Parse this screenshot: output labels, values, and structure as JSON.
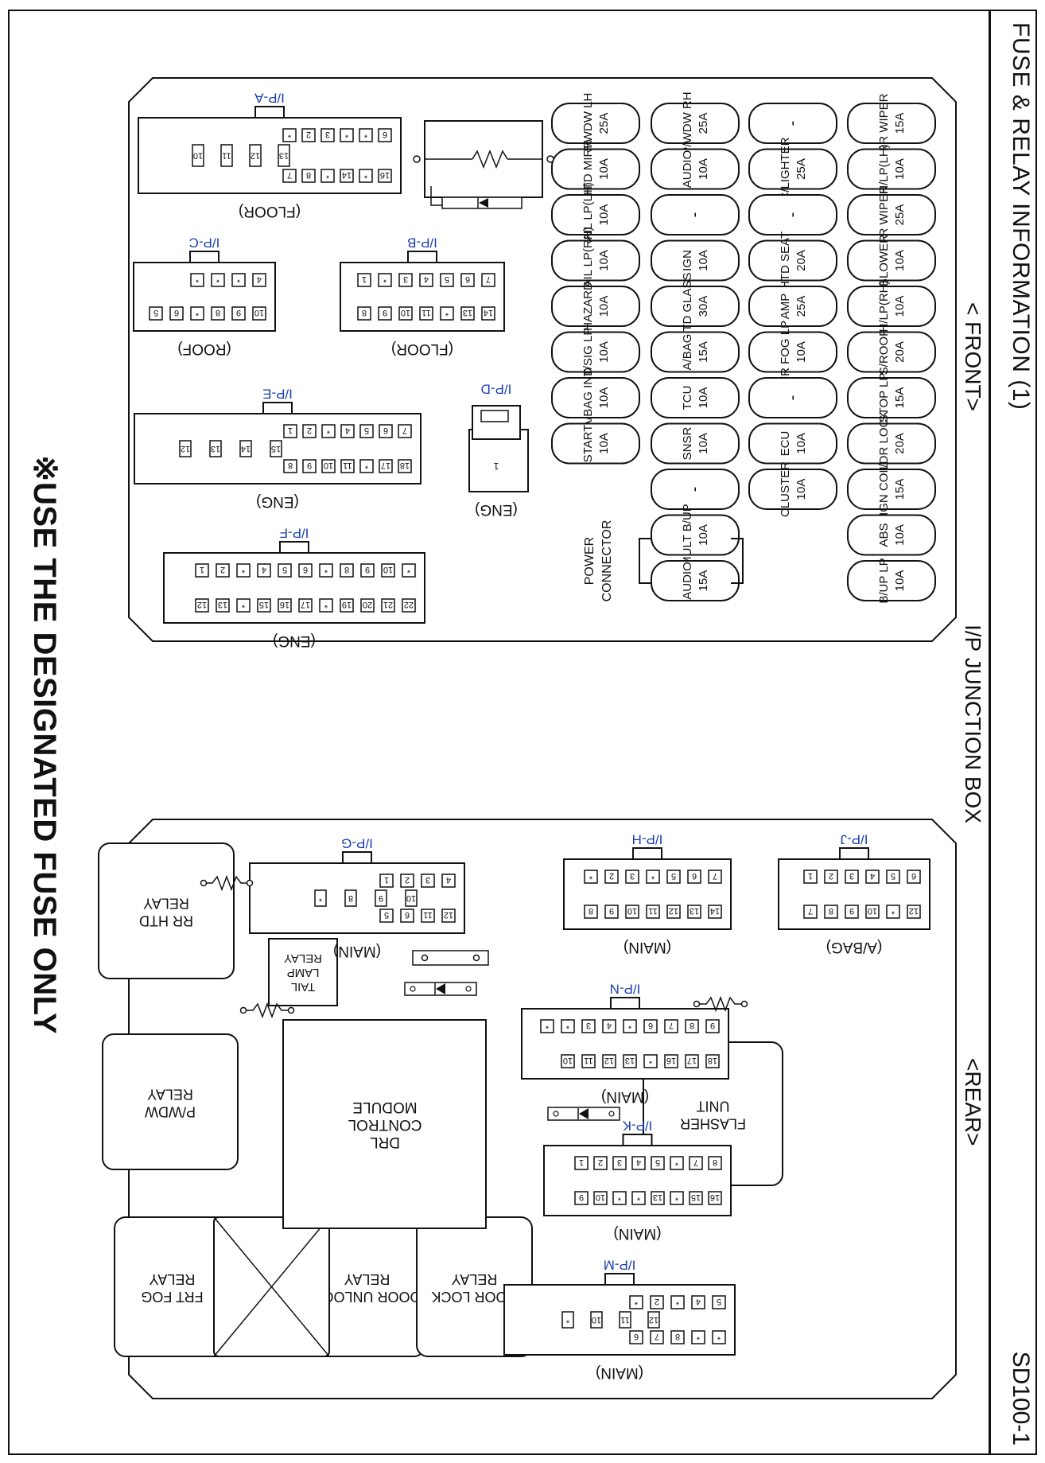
{
  "header": {
    "title": "FUSE & RELAY INFORMATION (1)",
    "code": "SD100-1"
  },
  "labels": {
    "front": "< FRONT>",
    "rear": "<REAR>",
    "center": "I/P JUNCTION BOX",
    "note": "※USE THE DESIGNATED FUSE ONLY",
    "power_connector": [
      "POWER",
      "CONNECTOR"
    ]
  },
  "fuses": [
    [
      "RR WIPER",
      "15A"
    ],
    [
      "H/LP(LH)",
      "10A"
    ],
    [
      "FR WIPER",
      "25A"
    ],
    [
      "BLOWER",
      "10A"
    ],
    [
      "H/LP(RH)",
      "10A"
    ],
    [
      "S/ROOF",
      "20A"
    ],
    [
      "STOP LP",
      "15A"
    ],
    [
      "C/DR LOCK",
      "20A"
    ],
    [
      "IGN COIL",
      "15A"
    ],
    [
      "ABS",
      "10A"
    ],
    [
      "B/UP LP",
      "10A"
    ],
    [
      "-",
      ""
    ],
    [
      "C/LIGHTER",
      "25A"
    ],
    [
      "-",
      ""
    ],
    [
      "HTD SEAT",
      "20A"
    ],
    [
      "AMP",
      "25A"
    ],
    [
      "FR FOG LP",
      "10A"
    ],
    [
      "-",
      ""
    ],
    [
      "ECU",
      "10A"
    ],
    [
      "CLUSTER",
      "10A"
    ],
    [
      "P/WDW RH",
      "25A"
    ],
    [
      "AUDIO",
      "10A"
    ],
    [
      "-",
      ""
    ],
    [
      "IGN",
      "10A"
    ],
    [
      "HTD GLASS",
      "30A"
    ],
    [
      "A/BAG",
      "15A"
    ],
    [
      "TCU",
      "10A"
    ],
    [
      "SNSR",
      "10A"
    ],
    [
      "-",
      ""
    ],
    [
      "MULT B/UP",
      "10A"
    ],
    [
      "AUDIO",
      "15A"
    ],
    [
      "P/WDW LH",
      "25A"
    ],
    [
      "HTD MIRR",
      "10A"
    ],
    [
      "TAIL LP(LH)",
      "10A"
    ],
    [
      "TAIL LP(RH)",
      "10A"
    ],
    [
      "HAZARD",
      "10A"
    ],
    [
      "T/SIG LP",
      "10A"
    ],
    [
      "A/BAG IND",
      "10A"
    ],
    [
      "START",
      "10A"
    ]
  ],
  "connectors": {
    "ipa": {
      "name": "I/P-A",
      "loc": "(FLOOR)"
    },
    "ipb": {
      "name": "I/P-B",
      "loc": "(FLOOR)"
    },
    "ipc": {
      "name": "I/P-C",
      "loc": "(ROOF)"
    },
    "ipd": {
      "name": "I/P-D",
      "loc": "(ENG)",
      "pin": "1"
    },
    "ipe": {
      "name": "I/P-E",
      "loc": "(ENG)"
    },
    "ipf": {
      "name": "I/P-F",
      "loc": "(ENG)"
    },
    "ipg": {
      "name": "I/P-G",
      "loc": "(MAIN)"
    },
    "iph": {
      "name": "I/P-H",
      "loc": "(MAIN)"
    },
    "ipj": {
      "name": "I/P-J",
      "loc": "(A/BAG)"
    },
    "ipn": {
      "name": "I/P-N",
      "loc": "(MAIN)"
    },
    "ipk": {
      "name": "I/P-K",
      "loc": "(MAIN)"
    },
    "ipm": {
      "name": "I/P-M",
      "loc": "(MAIN)"
    }
  },
  "pins": {
    "ipa": {
      "top": [
        "6",
        "*",
        "*",
        "3",
        "2",
        "*"
      ],
      "bottom": [
        "16",
        "*",
        "14",
        "*",
        "8",
        "7"
      ],
      "center": [
        "13",
        "12",
        "11",
        "10"
      ]
    },
    "ipb": {
      "top": [
        "7",
        "6",
        "5",
        "4",
        "3",
        "*",
        "1"
      ],
      "bottom": [
        "14",
        "13",
        "*",
        "11",
        "10",
        "9",
        "8"
      ]
    },
    "ipc": {
      "top": [
        "4",
        "*",
        "*",
        "*"
      ],
      "bottom": [
        "10",
        "9",
        "8",
        "*",
        "6",
        "5"
      ]
    },
    "ipe": {
      "top": [
        "7",
        "6",
        "5",
        "4",
        "*",
        "2",
        "1"
      ],
      "bottom": [
        "18",
        "17",
        "*",
        "11",
        "10",
        "9",
        "8"
      ],
      "center": [
        "15",
        "14",
        "13",
        "12"
      ]
    },
    "ipf": {
      "top": [
        "*",
        "10",
        "9",
        "8",
        "*",
        "6",
        "5",
        "4",
        "*",
        "2",
        "1"
      ],
      "bottom": [
        "22",
        "21",
        "20",
        "19",
        "*",
        "17",
        "16",
        "15",
        "*",
        "13",
        "12"
      ]
    },
    "ipg": {
      "top": [
        "4",
        "3",
        "2",
        "1"
      ],
      "bottom": [
        "12",
        "11",
        "6",
        "5"
      ],
      "center": [
        "10",
        "9",
        "8",
        "*"
      ]
    },
    "iph": {
      "top": [
        "7",
        "6",
        "5",
        "*",
        "3",
        "2",
        "*"
      ],
      "bottom": [
        "14",
        "13",
        "12",
        "11",
        "10",
        "9",
        "8"
      ]
    },
    "ipj": {
      "top": [
        "6",
        "5",
        "4",
        "3",
        "2",
        "1"
      ],
      "bottom": [
        "12",
        "*",
        "10",
        "9",
        "8",
        "7"
      ]
    },
    "ipn": {
      "top": [
        "9",
        "8",
        "7",
        "6",
        "*",
        "4",
        "3",
        "*",
        "*"
      ],
      "bottom": [
        "18",
        "17",
        "16",
        "*",
        "13",
        "12",
        "11",
        "10"
      ]
    },
    "ipk": {
      "top": [
        "8",
        "7",
        "*",
        "5",
        "4",
        "3",
        "2",
        "1"
      ],
      "bottom": [
        "16",
        "15",
        "*",
        "13",
        "*",
        "*",
        "10",
        "9"
      ]
    },
    "ipm": {
      "top": [
        "5",
        "4",
        "*",
        "2",
        "*"
      ],
      "bottom": [
        "*",
        "*",
        "8",
        "7",
        "6"
      ],
      "center": [
        "12",
        "11",
        "10",
        "*"
      ]
    }
  },
  "relays": {
    "rr_htd": [
      "RR HTD",
      "RELAY"
    ],
    "tail_lamp": [
      "TAIL",
      "LAMP",
      "RELAY"
    ],
    "pwdw": [
      "P/WDW",
      "RELAY"
    ],
    "drl": [
      "DRL",
      "CONTROL",
      "MODULE"
    ],
    "flasher": [
      "FLASHER",
      "UNIT"
    ],
    "frt_fog": [
      "FRT FOG",
      "RELAY"
    ],
    "door_unlock": [
      "DOOR UNLOCK",
      "RELAY"
    ],
    "door_lock": [
      "DOOR LOCK",
      "RELAY"
    ]
  },
  "colors": {
    "line": "#111111",
    "connector_label": "#1a3fb0",
    "background": "#ffffff"
  }
}
